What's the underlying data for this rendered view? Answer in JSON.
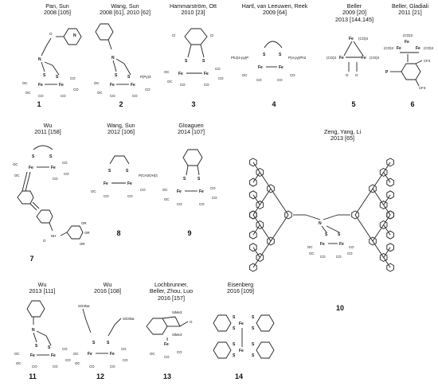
{
  "compounds": [
    {
      "num": "1",
      "authors": "Pan, Sun",
      "ref": "2008 [105]"
    },
    {
      "num": "2",
      "authors": "Wang, Sun",
      "ref": "2008 [61], 2010 [62]"
    },
    {
      "num": "3",
      "authors": "Hammarström, Ott",
      "ref": "2010 [23]"
    },
    {
      "num": "4",
      "authors": "Hartl, van Leeuwen, Reek",
      "ref": "2009 [64]"
    },
    {
      "num": "5",
      "authors": "Beller",
      "ref": "2009 [20]",
      "ref2": "2013 [144,145]"
    },
    {
      "num": "6",
      "authors": "Beller, Gladiali",
      "ref": "2011 [21]"
    },
    {
      "num": "7",
      "authors": "Wu",
      "ref": "2011 [158]"
    },
    {
      "num": "8",
      "authors": "Wang, Sun",
      "ref": "2012 [106]"
    },
    {
      "num": "9",
      "authors": "Gloaguen",
      "ref": "2014 [107]"
    },
    {
      "num": "10",
      "authors": "Zeng, Yang, Li",
      "ref": "2013 [65]"
    },
    {
      "num": "11",
      "authors": "Wu",
      "ref": "2013 [111]"
    },
    {
      "num": "12",
      "authors": "Wu",
      "ref": "2016 [108]"
    },
    {
      "num": "13",
      "authors": "Lochbrunner,",
      "authors2": "Beller, Zhou, Luo",
      "ref": "2016 [157]"
    },
    {
      "num": "14",
      "authors": "Eisenberg",
      "ref": "2016 [109]"
    }
  ],
  "labels": {
    "co": "CO",
    "oc": "OC",
    "fe": "Fe",
    "s": "S",
    "n": "N",
    "cl": "Cl",
    "p": "P",
    "pph3": "P(Py)3",
    "p4py": "P(4-py)Ph2",
    "ph24py": "Ph2(4-py)P",
    "ch2oh": "P(CH2OH)3",
    "so3na": "SO3Na",
    "sime3": "SiMe3",
    "cf3": "CF3",
    "co3": "(CO)3",
    "nh": "NH",
    "or": "OR",
    "o": "O"
  }
}
